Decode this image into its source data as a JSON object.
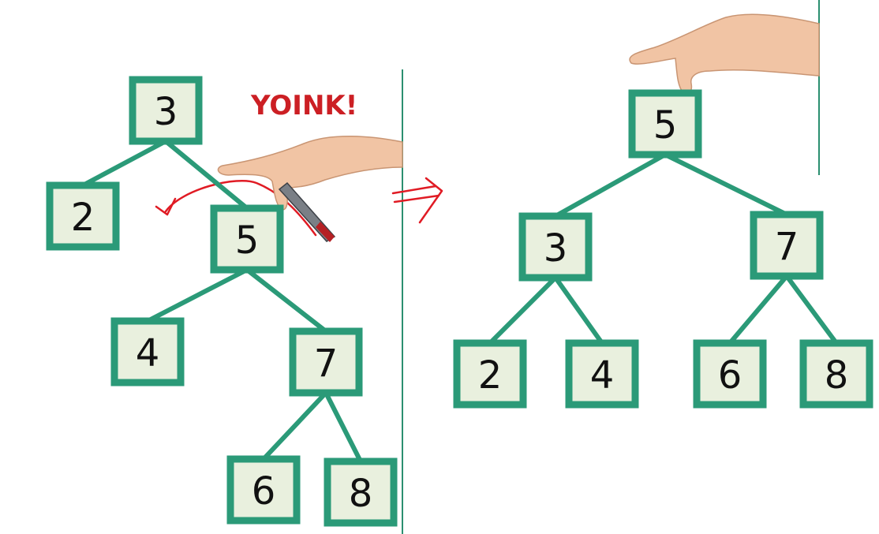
{
  "annotation": {
    "yoink_text": "YOINK!"
  },
  "colors": {
    "node_border": "#2b9a78",
    "node_fill": "#e9f0de",
    "edge": "#2b9a78",
    "annotation_red": "#cc1f24"
  },
  "left_tree": {
    "nodes": [
      {
        "id": "L3",
        "label": "3"
      },
      {
        "id": "L2",
        "label": "2"
      },
      {
        "id": "L5",
        "label": "5"
      },
      {
        "id": "L4",
        "label": "4"
      },
      {
        "id": "L7",
        "label": "7"
      },
      {
        "id": "L6",
        "label": "6"
      },
      {
        "id": "L8",
        "label": "8"
      }
    ],
    "edges": [
      [
        "L3",
        "L2"
      ],
      [
        "L3",
        "L5"
      ],
      [
        "L5",
        "L4"
      ],
      [
        "L5",
        "L7"
      ],
      [
        "L7",
        "L6"
      ],
      [
        "L7",
        "L8"
      ]
    ]
  },
  "right_tree": {
    "nodes": [
      {
        "id": "R5",
        "label": "5"
      },
      {
        "id": "R3",
        "label": "3"
      },
      {
        "id": "R7",
        "label": "7"
      },
      {
        "id": "R2",
        "label": "2"
      },
      {
        "id": "R4",
        "label": "4"
      },
      {
        "id": "R6",
        "label": "6"
      },
      {
        "id": "R8",
        "label": "8"
      }
    ],
    "edges": [
      [
        "R5",
        "R3"
      ],
      [
        "R5",
        "R7"
      ],
      [
        "R3",
        "R2"
      ],
      [
        "R3",
        "R4"
      ],
      [
        "R7",
        "R6"
      ],
      [
        "R7",
        "R8"
      ]
    ]
  }
}
